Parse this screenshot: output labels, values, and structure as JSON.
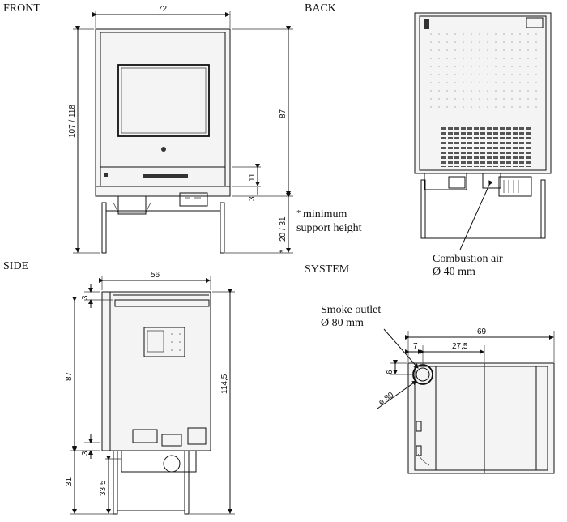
{
  "views": {
    "front": "FRONT",
    "back": "BACK",
    "side": "SIDE",
    "system": "SYSTEM"
  },
  "front_dims": {
    "width": "72",
    "height_total": "107 / 118",
    "height_body": "87",
    "d11": "11",
    "d3": "3",
    "support": "20 / 31",
    "asterisk": "*"
  },
  "support_note": {
    "line1": "minimum",
    "line2": "support height",
    "asterisk": "*"
  },
  "back_notes": {
    "combustion_line1": "Combustion air",
    "combustion_line2": "Ø 40 mm"
  },
  "side_dims": {
    "width": "56",
    "top3": "3",
    "height87": "87",
    "height_total": "114,5",
    "bottom3": "3",
    "support31": "31",
    "support335": "33,5"
  },
  "system_dims": {
    "smoke_line1": "Smoke outlet",
    "smoke_line2": "Ø 80 mm",
    "width69": "69",
    "d7": "7",
    "d275": "27,5",
    "d6": "6",
    "dia80": "ø 80"
  }
}
